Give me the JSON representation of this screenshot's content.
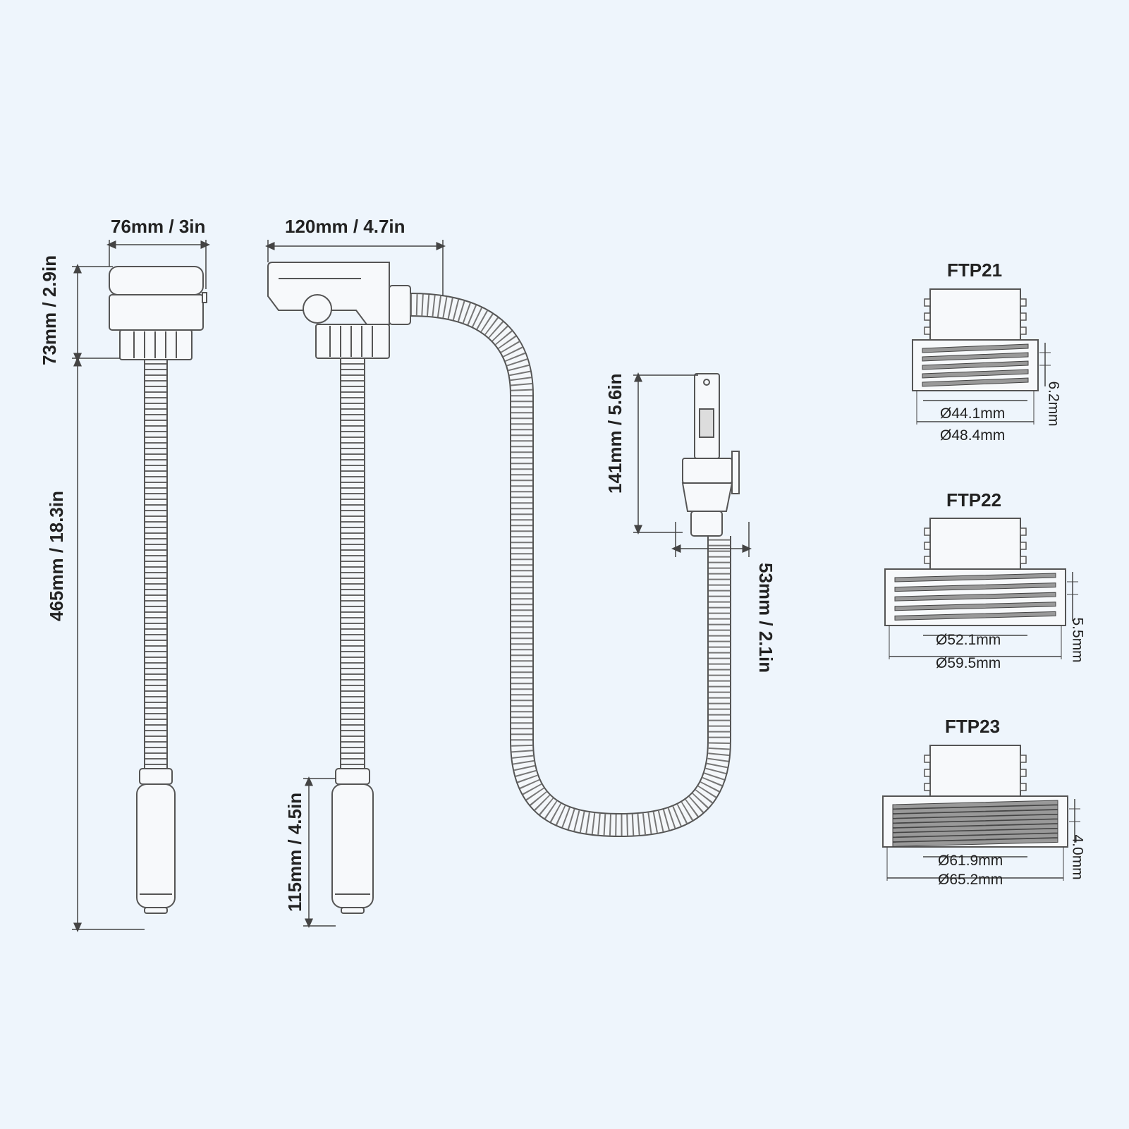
{
  "pump_front": {
    "width_label": "76mm / 3in",
    "head_height_label": "73mm / 2.9in",
    "tube_length_label": "465mm / 18.3in"
  },
  "pump_side": {
    "width_label": "120mm / 4.7in",
    "handle_length_label": "115mm / 4.5in"
  },
  "nozzle": {
    "height_label": "141mm / 5.6in",
    "width_label": "53mm / 2.1in"
  },
  "adapters": [
    {
      "name": "FTP21",
      "inner_diameter": "Ø44.1mm",
      "outer_diameter": "Ø48.4mm",
      "thread_pitch": "6.2mm"
    },
    {
      "name": "FTP22",
      "inner_diameter": "Ø52.1mm",
      "outer_diameter": "Ø59.5mm",
      "thread_pitch": "5.5mm"
    },
    {
      "name": "FTP23",
      "inner_diameter": "Ø61.9mm",
      "outer_diameter": "Ø65.2mm",
      "thread_pitch": "4.0mm"
    }
  ],
  "colors": {
    "background": "#eef5fc",
    "line": "#555555",
    "text": "#222222"
  }
}
